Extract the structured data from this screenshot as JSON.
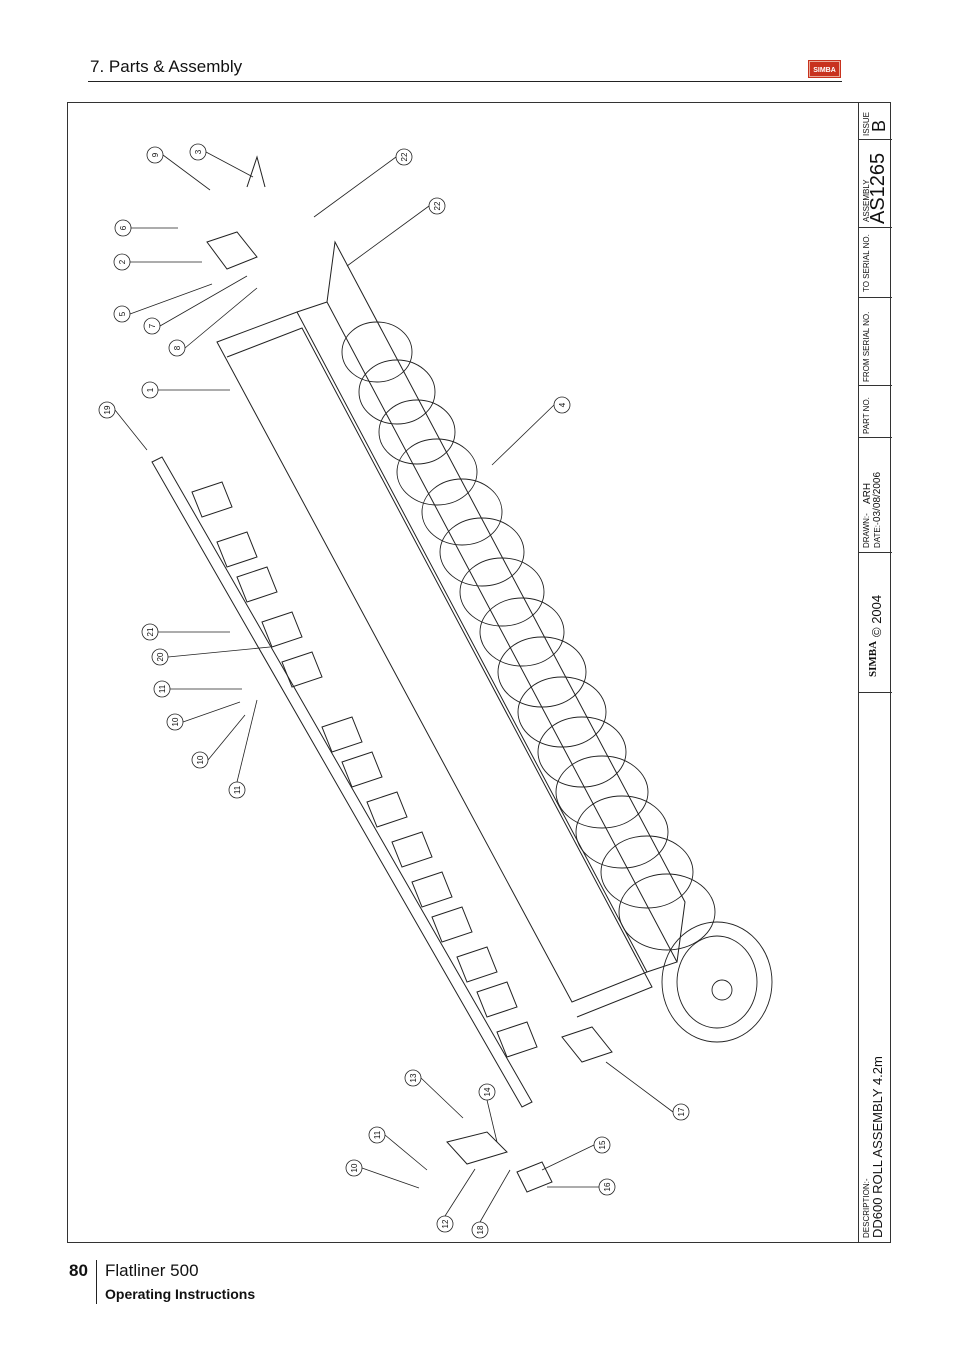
{
  "header": {
    "section_title": "7. Parts & Assembly",
    "logo_text": "SIMBA"
  },
  "title_block": {
    "issue_label": "ISSUE",
    "issue_value": "B",
    "assembly_label": "ASSEMBLY",
    "assembly_value": "AS1265",
    "to_serial_label": "TO SERIAL NO.",
    "from_serial_label": "FROM SERIAL NO.",
    "part_no_label": "PART NO.",
    "drawn_label": "DRAWN:-",
    "drawn_value": "ARH",
    "date_label": "DATE:-",
    "date_value": "03/08/2006",
    "copyright": "© 2004",
    "brand": "SIMBA",
    "description_label": "DESCRIPTION:-",
    "description_value": "DD600 ROLL ASSEMBLY 4.2m"
  },
  "callouts": [
    "9",
    "3",
    "6",
    "2",
    "5",
    "7",
    "8",
    "22",
    "22",
    "1",
    "4",
    "19",
    "21",
    "20",
    "11",
    "10",
    "10",
    "11",
    "13",
    "14",
    "11",
    "10",
    "12",
    "18",
    "15",
    "16",
    "17"
  ],
  "footer": {
    "page_number": "80",
    "product": "Flatliner 500",
    "subtitle": "Operating Instructions"
  }
}
